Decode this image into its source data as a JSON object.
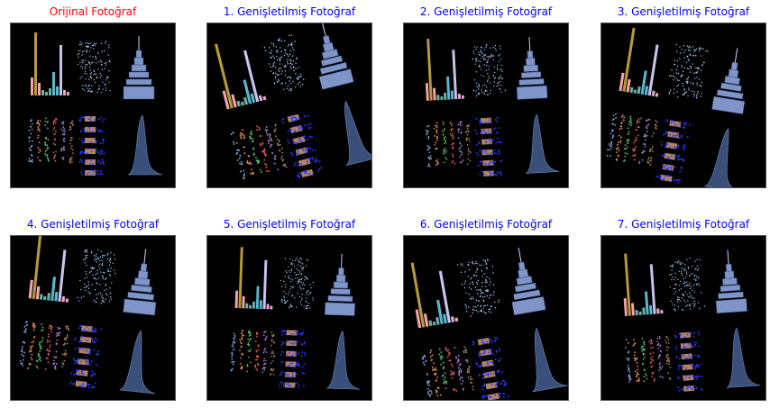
{
  "colors": {
    "original_title": "#ff0000",
    "augmented_title": "#0000ff",
    "image_background": "#000000"
  },
  "panels": [
    {
      "title": "Orijinal Fotoğraf",
      "kind": "original"
    },
    {
      "title": "1. Genişletilmiş Fotoğraf",
      "kind": "augmented"
    },
    {
      "title": "2. Genişletilmiş Fotoğraf",
      "kind": "augmented"
    },
    {
      "title": "3. Genişletilmiş Fotoğraf",
      "kind": "augmented"
    },
    {
      "title": "4. Genişletilmiş Fotoğraf",
      "kind": "augmented"
    },
    {
      "title": "5. Genişletilmiş Fotoğraf",
      "kind": "augmented"
    },
    {
      "title": "6. Genişletilmiş Fotoğraf",
      "kind": "augmented"
    },
    {
      "title": "7. Genişletilmiş Fotoğraf",
      "kind": "augmented"
    }
  ]
}
